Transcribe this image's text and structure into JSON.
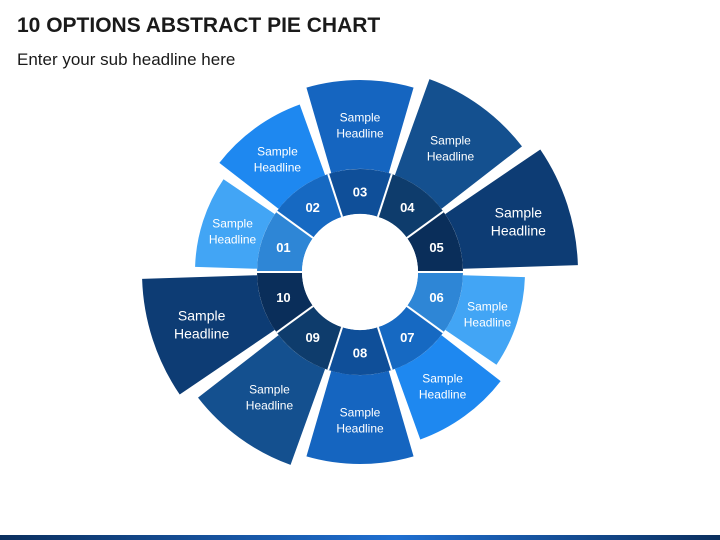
{
  "title": "10 OPTIONS ABSTRACT PIE CHART",
  "subtitle": "Enter your sub headline here",
  "segments": [
    {
      "number": "01",
      "label_line1": "Sample",
      "label_line2": "Headline",
      "color": "#42a5f5",
      "inner_color": "#2e86d6"
    },
    {
      "number": "02",
      "label_line1": "Sample",
      "label_line2": "Headline",
      "color": "#1e88f0",
      "inner_color": "#1669c2"
    },
    {
      "number": "03",
      "label_line1": "Sample",
      "label_line2": "Headline",
      "color": "#1565c0",
      "inner_color": "#0f4f99"
    },
    {
      "number": "04",
      "label_line1": "Sample",
      "label_line2": "Headline",
      "color": "#14508f",
      "inner_color": "#0e3c6c"
    },
    {
      "number": "05",
      "label_line1": "Sample",
      "label_line2": "Headline",
      "color": "#0d3c74",
      "inner_color": "#0a2e5a"
    },
    {
      "number": "06",
      "label_line1": "Sample",
      "label_line2": "Headline",
      "color": "#42a5f5",
      "inner_color": "#2e86d6"
    },
    {
      "number": "07",
      "label_line1": "Sample",
      "label_line2": "Headline",
      "color": "#1e88f0",
      "inner_color": "#1669c2"
    },
    {
      "number": "08",
      "label_line1": "Sample",
      "label_line2": "Headline",
      "color": "#1565c0",
      "inner_color": "#0f4f99"
    },
    {
      "number": "09",
      "label_line1": "Sample",
      "label_line2": "Headline",
      "color": "#14508f",
      "inner_color": "#0e3c6c"
    },
    {
      "number": "10",
      "label_line1": "Sample",
      "label_line2": "Headline",
      "color": "#0d3c74",
      "inner_color": "#0a2e5a"
    }
  ]
}
